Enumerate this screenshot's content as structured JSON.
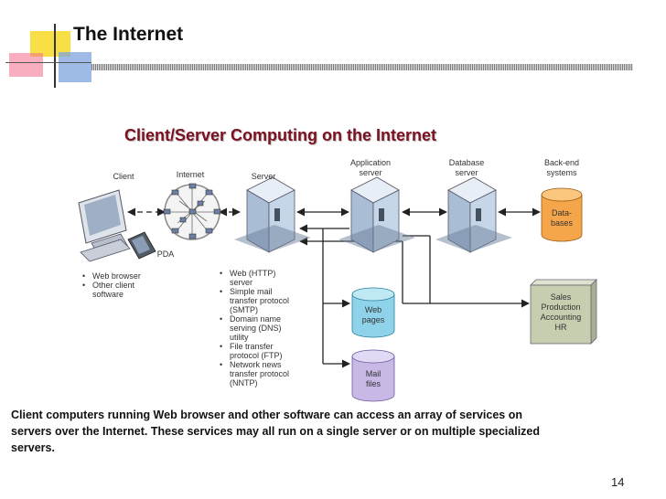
{
  "slide_title": "The Internet",
  "diagram_title": "Client/Server Computing on the Internet",
  "labels": {
    "client": "Client",
    "internet": "Internet",
    "server": "Server",
    "application_server": [
      "Application",
      "server"
    ],
    "database_server": [
      "Database",
      "server"
    ],
    "back_end_systems": [
      "Back-end",
      "systems"
    ],
    "pda": "PDA",
    "databases": [
      "Data-",
      "bases"
    ],
    "web_pages": [
      "Web",
      "pages"
    ],
    "mail_files": [
      "Mail",
      "files"
    ],
    "back_end_apps": [
      "Sales",
      "Production",
      "Accounting",
      "HR"
    ]
  },
  "client_bullets": [
    "Web browser",
    "Other client",
    "software"
  ],
  "server_services": [
    "Web (HTTP)",
    "server",
    "Simple mail",
    "transfer protocol",
    "(SMTP)",
    "Domain name",
    "serving (DNS)",
    "utility",
    "File transfer",
    "protocol (FTP)",
    "Network news",
    "transfer protocol",
    "(NNTP)"
  ],
  "caption": "Client computers running Web browser and other software can access an array of services on servers over the Internet. These services may all run on a single server or on multiple specialized servers.",
  "page_number": "14",
  "colors": {
    "title_red": "#7a1020",
    "database_orange": "#f5a64a",
    "webpages_blue": "#8fd3ea",
    "mailfiles_purple": "#c7b8e6",
    "backend_green": "#c7ceb0",
    "server_blue": "#c4d6e8"
  }
}
